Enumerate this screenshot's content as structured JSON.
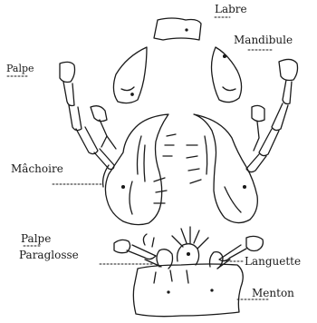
{
  "figure": {
    "labels": {
      "labre": "Labre",
      "mandibule": "Mandibule",
      "palpe_top": "Palpe",
      "machoire": "Mâchoire",
      "palpe_bottom": "Palpe",
      "paraglosse": "Paraglosse",
      "languette": "Languette",
      "menton": "Menton"
    },
    "ink_color": "#1a1a1a",
    "background": "#ffffff"
  }
}
